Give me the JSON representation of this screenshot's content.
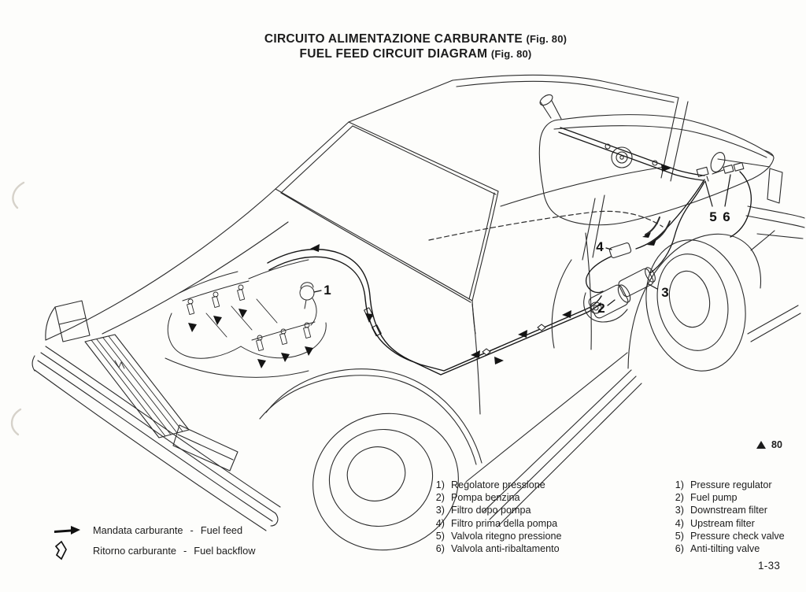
{
  "colors": {
    "ink": "#1c1c1c",
    "paper": "#fdfdfb"
  },
  "title": {
    "line1": "CIRCUITO ALIMENTAZIONE CARBURANTE",
    "line1_fig": "(Fig. 80)",
    "line2": "FUEL FEED CIRCUIT DIAGRAM",
    "line2_fig": "(Fig. 80)"
  },
  "flow_legend": {
    "items": [
      {
        "icon": "fuel-feed-arrow-icon",
        "it": "Mandata carburante",
        "dash": "-",
        "en": "Fuel feed"
      },
      {
        "icon": "fuel-backflow-arrow-icon",
        "it": "Ritorno carburante",
        "dash": "-",
        "en": "Fuel backflow"
      }
    ]
  },
  "component_legend": {
    "italian": {
      "items": [
        {
          "num": "1)",
          "label": "Regolatore pressione"
        },
        {
          "num": "2)",
          "label": "Pompa benzina"
        },
        {
          "num": "3)",
          "label": "Filtro dopo pompa"
        },
        {
          "num": "4)",
          "label": "Filtro prima della pompa"
        },
        {
          "num": "5)",
          "label": "Valvola ritegno pressione"
        },
        {
          "num": "6)",
          "label": "Valvola anti-ribaltamento"
        }
      ]
    },
    "english": {
      "items": [
        {
          "num": "1)",
          "label": "Pressure regulator"
        },
        {
          "num": "2)",
          "label": "Fuel pump"
        },
        {
          "num": "3)",
          "label": "Downstream filter"
        },
        {
          "num": "4)",
          "label": "Upstream filter"
        },
        {
          "num": "5)",
          "label": "Pressure check valve"
        },
        {
          "num": "6)",
          "label": "Anti-tilting valve"
        }
      ]
    }
  },
  "callouts": {
    "c1": "1",
    "c2": "2",
    "c3": "3",
    "c4": "4",
    "c5": "5",
    "c6": "6"
  },
  "figure_marker": {
    "number": "80"
  },
  "page": {
    "number": "1-33"
  }
}
